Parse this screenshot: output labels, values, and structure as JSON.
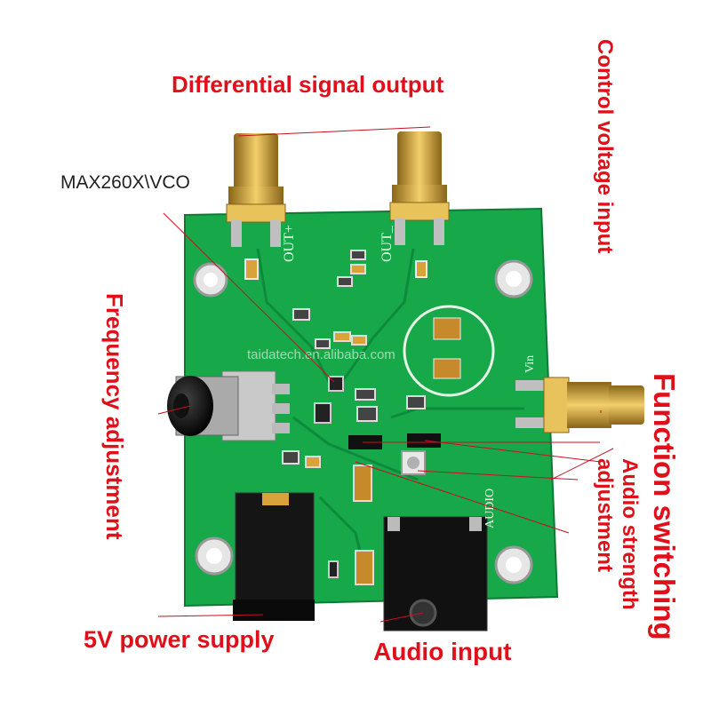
{
  "labels": {
    "differential_output": "Differential signal output",
    "control_voltage": "Control voltage input",
    "chip_name": "MAX260X\\VCO",
    "frequency_adjustment": "Frequency adjustment",
    "function_switching": "Function switching",
    "audio_strength": "Audio strength adjustment",
    "power_supply": "5V power supply",
    "audio_input": "Audio input"
  },
  "silkscreen": {
    "out_plus": "OUT+",
    "out_minus": "OUT_",
    "vin": "Vin",
    "audio": "AUDIO",
    "watermark": "taidatech.en.alibaba.com"
  },
  "colors": {
    "annotation": "#e0101a",
    "pcb": "#17a84a",
    "gold": "#d7a63a"
  }
}
